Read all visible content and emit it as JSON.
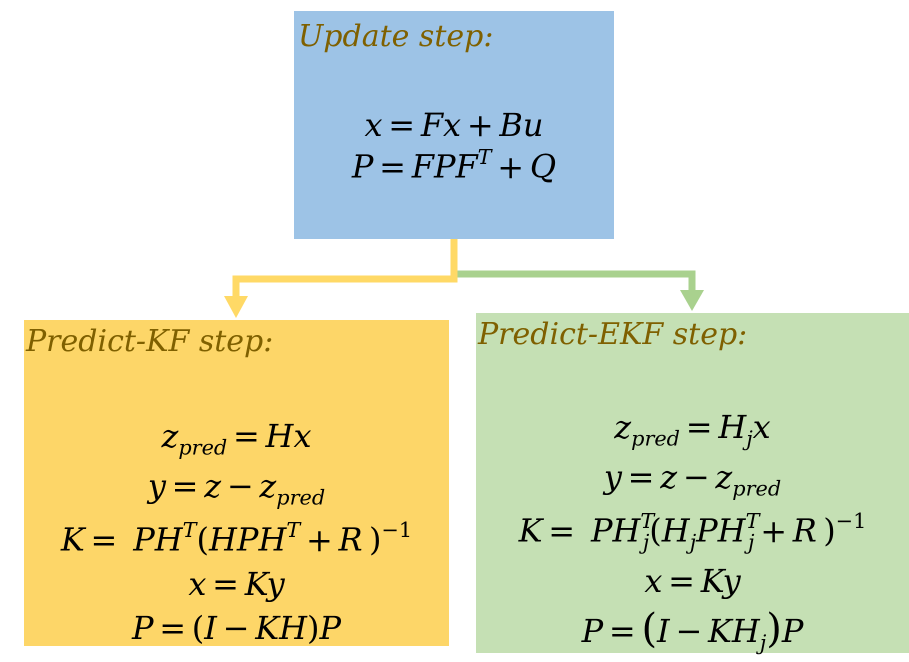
{
  "update": {
    "title": "Update step:",
    "eq1": "x = Fx + Bu",
    "eq2": "P = FPF^T + Q"
  },
  "kf": {
    "title": "Predict-KF step:",
    "eq1": "z_pred = Hx",
    "eq2": "y = z − z_pred",
    "eq3": "K = PH^T(HPH^T + R)^−1",
    "eq4": "x = Ky",
    "eq5": "P = (I − KH)P"
  },
  "ekf": {
    "title": "Predict-EKF step:",
    "eq1": "z_pred = H_j x",
    "eq2": "y = z − z_pred",
    "eq3": "K = PH_j^T(H_j PH_j^T + R)^−1",
    "eq4": "x = Ky",
    "eq5": "P = (I − KH_j)P"
  },
  "colors": {
    "update_fill": "#9DC3E6",
    "kf_fill": "#FDD668",
    "ekf_fill": "#C5E0B4",
    "title_color": "#7F6000",
    "kf_arrow": "#FFD966",
    "ekf_arrow": "#A9D18E"
  }
}
